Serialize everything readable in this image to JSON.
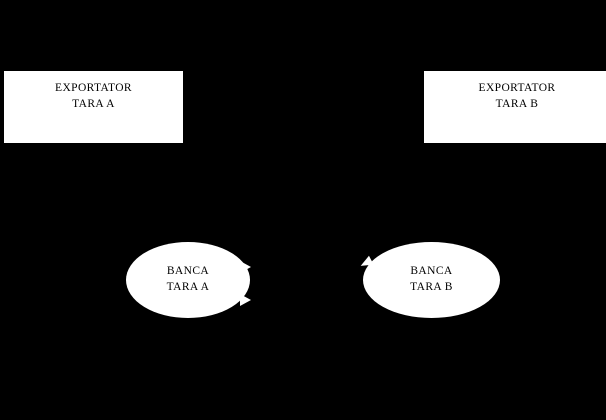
{
  "diagram": {
    "background_color": "#000000",
    "node_fill_color": "#ffffff",
    "node_text_color": "#000000",
    "nodes": [
      {
        "id": "exportator-a",
        "shape": "rectangle",
        "line1": "EXPORTATOR",
        "line2": "TARA A"
      },
      {
        "id": "exportator-b",
        "shape": "rectangle",
        "line1": "EXPORTATOR",
        "line2": "TARA B"
      },
      {
        "id": "banca-a",
        "shape": "ellipse",
        "line1": "BANCA",
        "line2": "TARA A"
      },
      {
        "id": "banca-b",
        "shape": "ellipse",
        "line1": "BANCA",
        "line2": "TARA B"
      }
    ],
    "arrowheads": [
      {
        "id": "arrow-a-top",
        "attached_to": "banca-a",
        "direction": "right"
      },
      {
        "id": "arrow-a-bottom",
        "attached_to": "banca-a",
        "direction": "right"
      },
      {
        "id": "arrow-b-left",
        "attached_to": "banca-b",
        "direction": "up-right"
      }
    ]
  }
}
